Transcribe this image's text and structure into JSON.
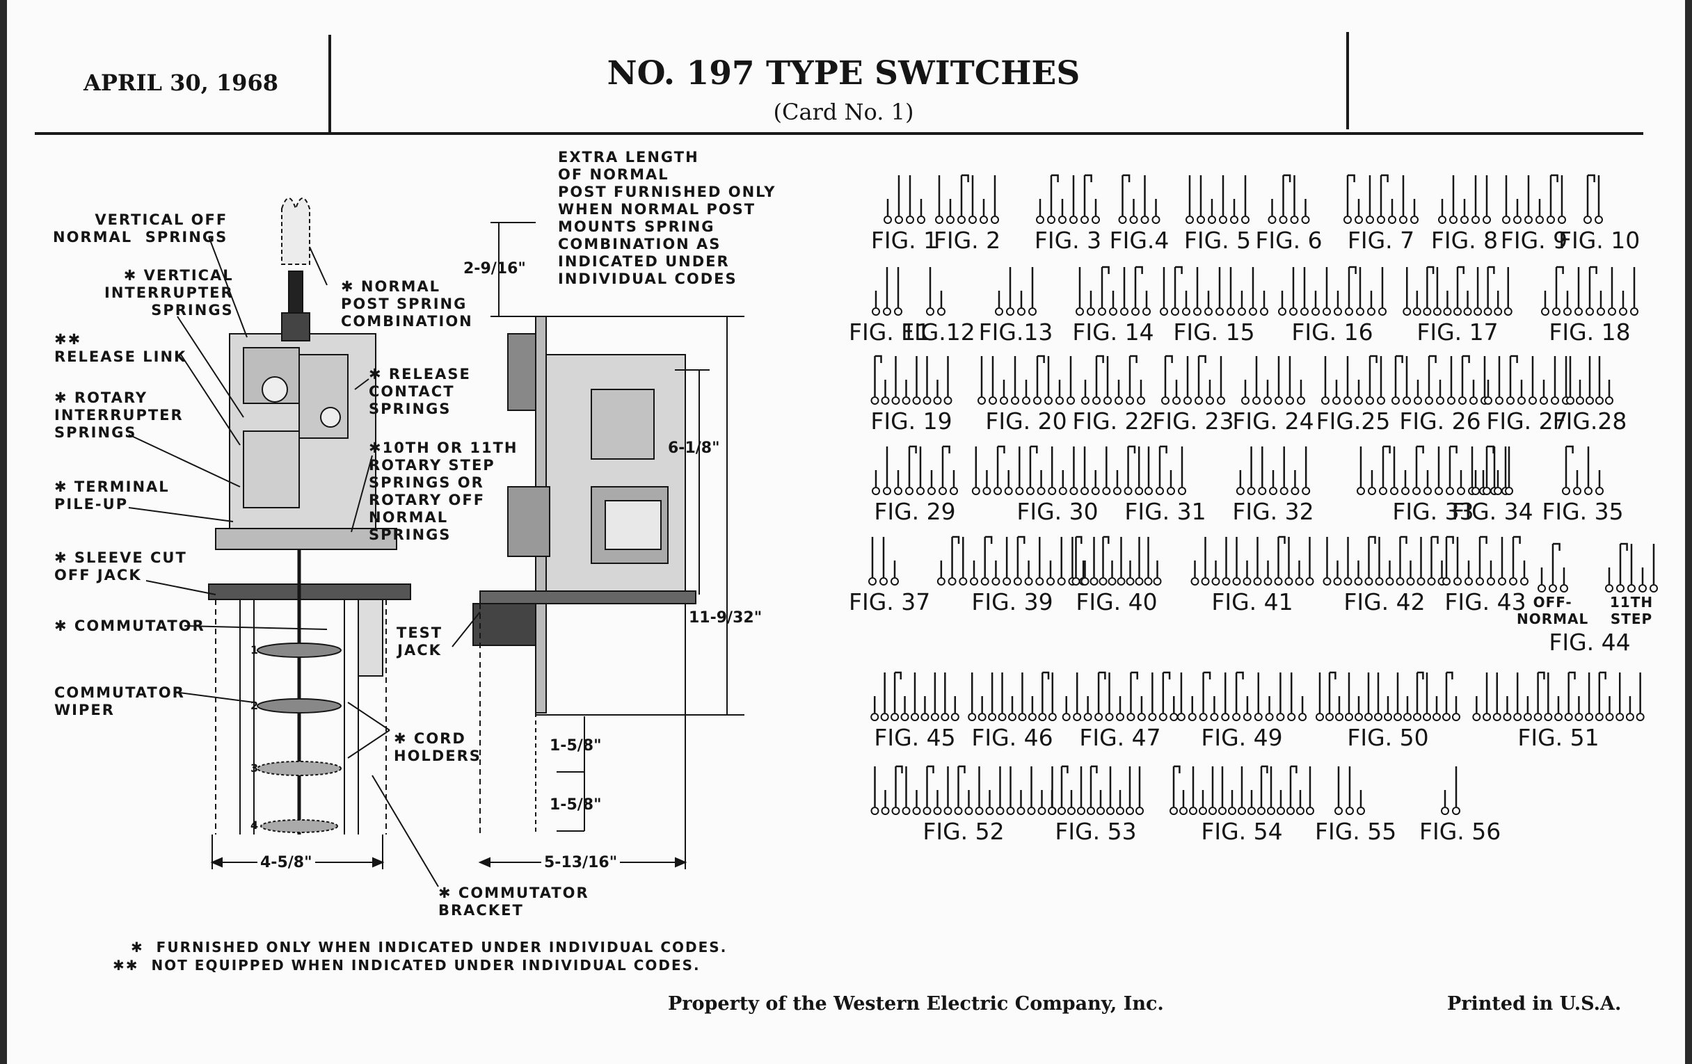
{
  "header": {
    "date": "APRIL 30, 1968",
    "title": "NO. 197 TYPE SWITCHES",
    "subtitle": "(Card No. 1)"
  },
  "diagram": {
    "labels": {
      "vertical_off_normal": "VERTICAL OFF\nNORMAL  SPRINGS",
      "vertical_interrupter": "✱ VERTICAL\nINTERRUPTER\nSPRINGS",
      "release_link": "✱✱\nRELEASE LINK",
      "rotary_interrupter": "✱ ROTARY\nINTERRUPTER\nSPRINGS",
      "terminal_pileup": "✱ TERMINAL\nPILE-UP",
      "sleeve_cut_off": "✱ SLEEVE CUT\nOFF JACK",
      "commutator": "✱ COMMUTATOR",
      "commutator_wiper": "COMMUTATOR\nWIPER",
      "normal_post": "✱ NORMAL\nPOST SPRING\nCOMBINATION",
      "release_contact": "✱ RELEASE\nCONTACT\nSPRINGS",
      "rotary_step": "✱10TH OR 11TH\nROTARY STEP\nSPRINGS OR\nROTARY OFF\nNORMAL\nSPRINGS",
      "cord_holders": "✱ CORD\nHOLDERS",
      "test_jack": "TEST\nJACK",
      "commutator_bracket": "✱ COMMUTATOR\nBRACKET",
      "extra_length": "EXTRA LENGTH\nOF NORMAL\nPOST FURNISHED ONLY\nWHEN NORMAL POST\nMOUNTS SPRING\nCOMBINATION AS\nINDICATED UNDER\nINDIVIDUAL CODES"
    },
    "dimensions": {
      "d1": "2-9/16\"",
      "d2": "6-1/8\"",
      "d3": "11-9/32\"",
      "d4": "1-5/8\"",
      "d5": "1-5/8\"",
      "d6": "4-5/8\"",
      "d7": "5-13/16\""
    },
    "commutator_numbers": [
      "1",
      "2",
      "3",
      "4"
    ]
  },
  "notes": {
    "n1": "✱  FURNISHED ONLY WHEN INDICATED UNDER INDIVIDUAL CODES.",
    "n2": "✱✱  NOT EQUIPPED WHEN INDICATED UNDER INDIVIDUAL CODES."
  },
  "figures": [
    {
      "label": "FIG. 1",
      "springs": 4
    },
    {
      "label": "FIG. 2",
      "springs": 6
    },
    {
      "label": "FIG. 3",
      "springs": 6
    },
    {
      "label": "FIG.4",
      "springs": 4
    },
    {
      "label": "FIG. 5",
      "springs": 6
    },
    {
      "label": "FIG. 6",
      "springs": 4
    },
    {
      "label": "FIG. 7",
      "springs": 7
    },
    {
      "label": "FIG. 8",
      "springs": 5
    },
    {
      "label": "FIG. 9",
      "springs": 6
    },
    {
      "label": "FIG. 10",
      "springs": 2
    },
    {
      "label": "FIG. 11",
      "springs": 3
    },
    {
      "label": "FIG.12",
      "springs": 2
    },
    {
      "label": "FIG.13",
      "springs": 4
    },
    {
      "label": "FIG. 14",
      "springs": 7
    },
    {
      "label": "FIG. 15",
      "springs": 10
    },
    {
      "label": "FIG. 16",
      "springs": 10
    },
    {
      "label": "FIG. 17",
      "springs": 11
    },
    {
      "label": "FIG. 18",
      "springs": 9
    },
    {
      "label": "FIG. 19",
      "springs": 8
    },
    {
      "label": "FIG. 20",
      "springs": 9
    },
    {
      "label": "FIG. 22",
      "springs": 6
    },
    {
      "label": "FIG. 23",
      "springs": 6
    },
    {
      "label": "FIG. 24",
      "springs": 6
    },
    {
      "label": "FIG.25",
      "springs": 6
    },
    {
      "label": "FIG. 26",
      "springs": 9
    },
    {
      "label": "FIG. 27",
      "springs": 8
    },
    {
      "label": "FIG.28",
      "springs": 5
    },
    {
      "label": "FIG. 29",
      "springs": 8
    },
    {
      "label": "FIG. 30",
      "springs": 16
    },
    {
      "label": "FIG. 31",
      "springs": 4
    },
    {
      "label": "FIG. 32",
      "springs": 7
    },
    {
      "label": "FIG. 33",
      "springs": 14
    },
    {
      "label": "FIG. 34",
      "springs": 4
    },
    {
      "label": "FIG. 35",
      "springs": 4
    },
    {
      "label": "FIG. 37",
      "springs": 3
    },
    {
      "label": "FIG. 39",
      "springs": 14
    },
    {
      "label": "FIG. 40",
      "springs": 10
    },
    {
      "label": "FIG. 41",
      "springs": 12
    },
    {
      "label": "FIG. 42",
      "springs": 12
    },
    {
      "label": "FIG. 43",
      "springs": 8
    },
    {
      "label": "FIG. 45",
      "springs": 9
    },
    {
      "label": "FIG. 46",
      "springs": 9
    },
    {
      "label": "FIG. 47",
      "springs": 11
    },
    {
      "label": "FIG. 49",
      "springs": 12
    },
    {
      "label": "FIG. 50",
      "springs": 15
    },
    {
      "label": "FIG. 51",
      "springs": 17
    },
    {
      "label": "FIG. 52",
      "springs": 18
    },
    {
      "label": "FIG. 53",
      "springs": 10
    },
    {
      "label": "FIG. 54",
      "springs": 15
    },
    {
      "label": "FIG. 55",
      "springs": 3
    },
    {
      "label": "FIG. 56",
      "springs": 2
    }
  ],
  "fig44": {
    "label": "FIG. 44",
    "left_label": "OFF-\nNORMAL",
    "right_label": "11TH\nSTEP",
    "left_springs": 3,
    "right_springs": 5
  },
  "footer": {
    "property": "Property of the Western Electric Company, Inc.",
    "printed": "Printed in U.S.A."
  }
}
